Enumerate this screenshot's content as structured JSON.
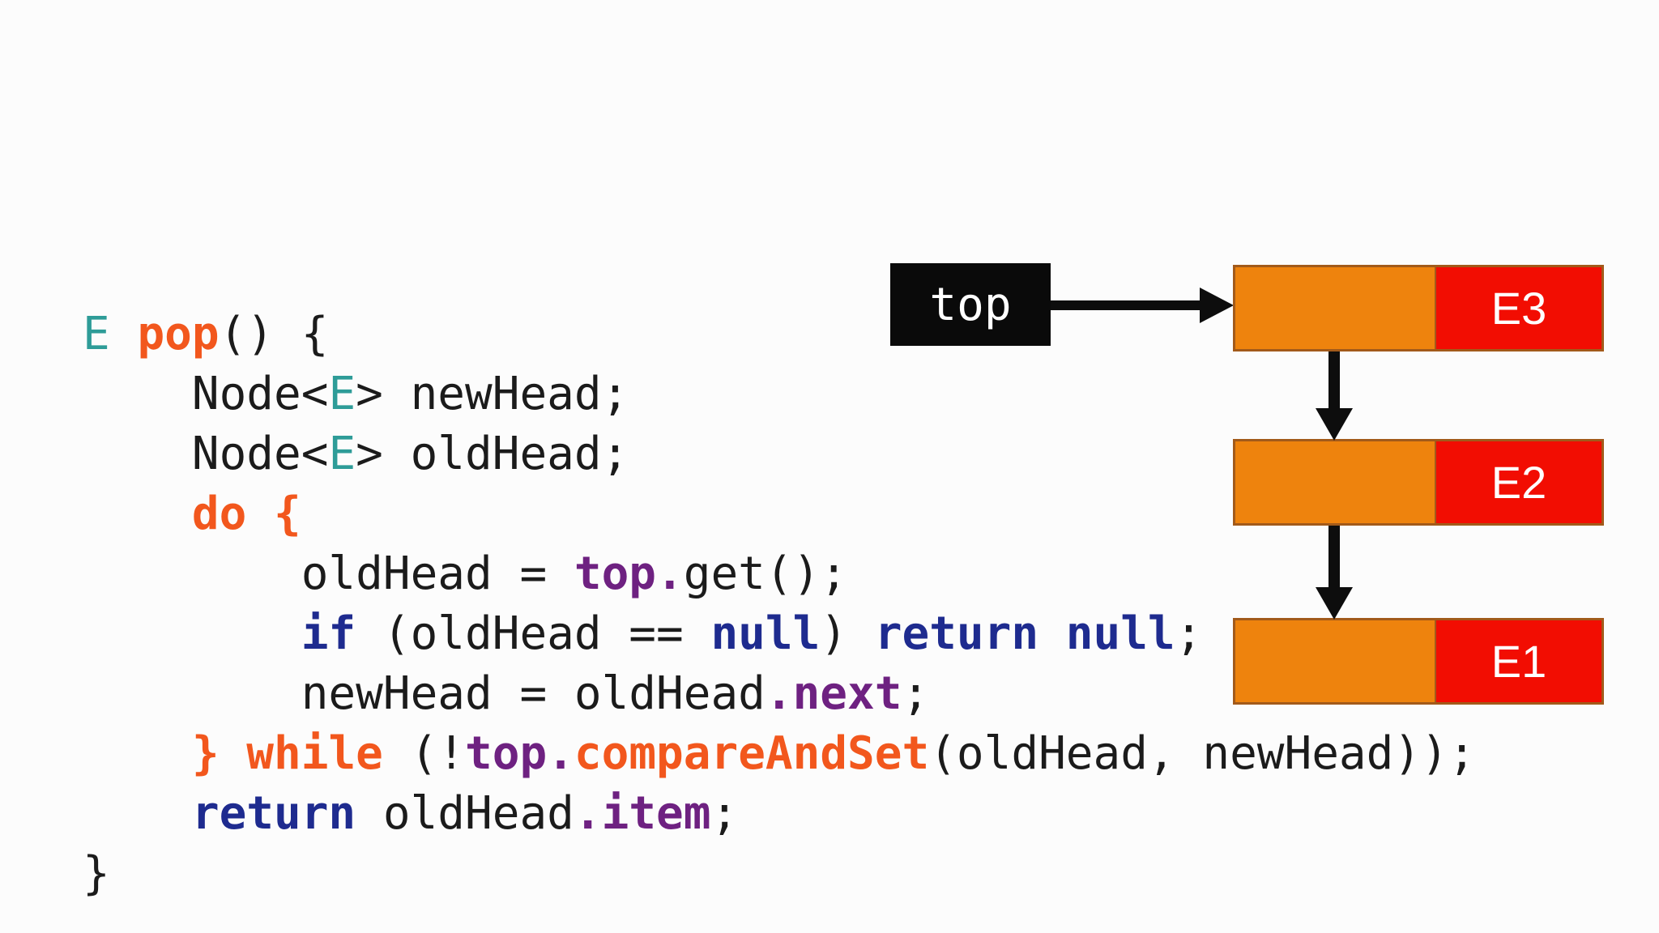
{
  "background": "#fcfcfc",
  "code": {
    "palette": {
      "black": "#1b1b1b",
      "teal": "#2e9c98",
      "orange": "#f2571d",
      "purple": "#6e2181",
      "navy": "#1e2b8f"
    },
    "lines": [
      [
        {
          "t": "E",
          "c": "teal"
        },
        {
          "t": " "
        },
        {
          "t": "pop",
          "c": "orange",
          "b": true
        },
        {
          "t": "() {"
        }
      ],
      [
        {
          "t": "    Node<"
        },
        {
          "t": "E",
          "c": "teal"
        },
        {
          "t": "> newHead;"
        }
      ],
      [
        {
          "t": "    Node<"
        },
        {
          "t": "E",
          "c": "teal"
        },
        {
          "t": "> oldHead;"
        }
      ],
      [
        {
          "t": "    "
        },
        {
          "t": "do",
          "c": "orange",
          "b": true
        },
        {
          "t": " "
        },
        {
          "t": "{",
          "c": "orange",
          "b": true
        }
      ],
      [
        {
          "t": "        oldHead = "
        },
        {
          "t": "top",
          "c": "purple",
          "b": true
        },
        {
          "t": ".",
          "c": "purple",
          "b": true
        },
        {
          "t": "get();"
        }
      ],
      [
        {
          "t": "        "
        },
        {
          "t": "if",
          "c": "navy",
          "b": true
        },
        {
          "t": " (oldHead == "
        },
        {
          "t": "null",
          "c": "navy",
          "b": true
        },
        {
          "t": ") "
        },
        {
          "t": "return",
          "c": "navy",
          "b": true
        },
        {
          "t": " "
        },
        {
          "t": "null",
          "c": "navy",
          "b": true
        },
        {
          "t": ";"
        }
      ],
      [
        {
          "t": "        newHead = oldHead"
        },
        {
          "t": ".",
          "c": "purple",
          "b": true
        },
        {
          "t": "next",
          "c": "purple",
          "b": true
        },
        {
          "t": ";"
        }
      ],
      [
        {
          "t": "    "
        },
        {
          "t": "}",
          "c": "orange",
          "b": true
        },
        {
          "t": " "
        },
        {
          "t": "while",
          "c": "orange",
          "b": true
        },
        {
          "t": " (!"
        },
        {
          "t": "top",
          "c": "purple",
          "b": true
        },
        {
          "t": ".",
          "c": "purple",
          "b": true
        },
        {
          "t": "compareAndSet",
          "c": "orange",
          "b": true
        },
        {
          "t": "(oldHead, newHead));"
        }
      ],
      [
        {
          "t": "    "
        },
        {
          "t": "return",
          "c": "navy",
          "b": true
        },
        {
          "t": " oldHead"
        },
        {
          "t": ".",
          "c": "purple",
          "b": true
        },
        {
          "t": "item",
          "c": "purple",
          "b": true
        },
        {
          "t": ";"
        }
      ],
      [
        {
          "t": "}"
        }
      ]
    ]
  },
  "diagram": {
    "top_label": "top",
    "nodes": [
      {
        "label": "E3"
      },
      {
        "label": "E2"
      },
      {
        "label": "E1"
      }
    ],
    "colors": {
      "node_fill": "#ee830d",
      "value_fill": "#f20d02",
      "node_border": "#a25a1a",
      "pointer_bg": "#0a0a0a",
      "arrow": "#0d0d0d",
      "label_text": "#ffffff"
    }
  }
}
